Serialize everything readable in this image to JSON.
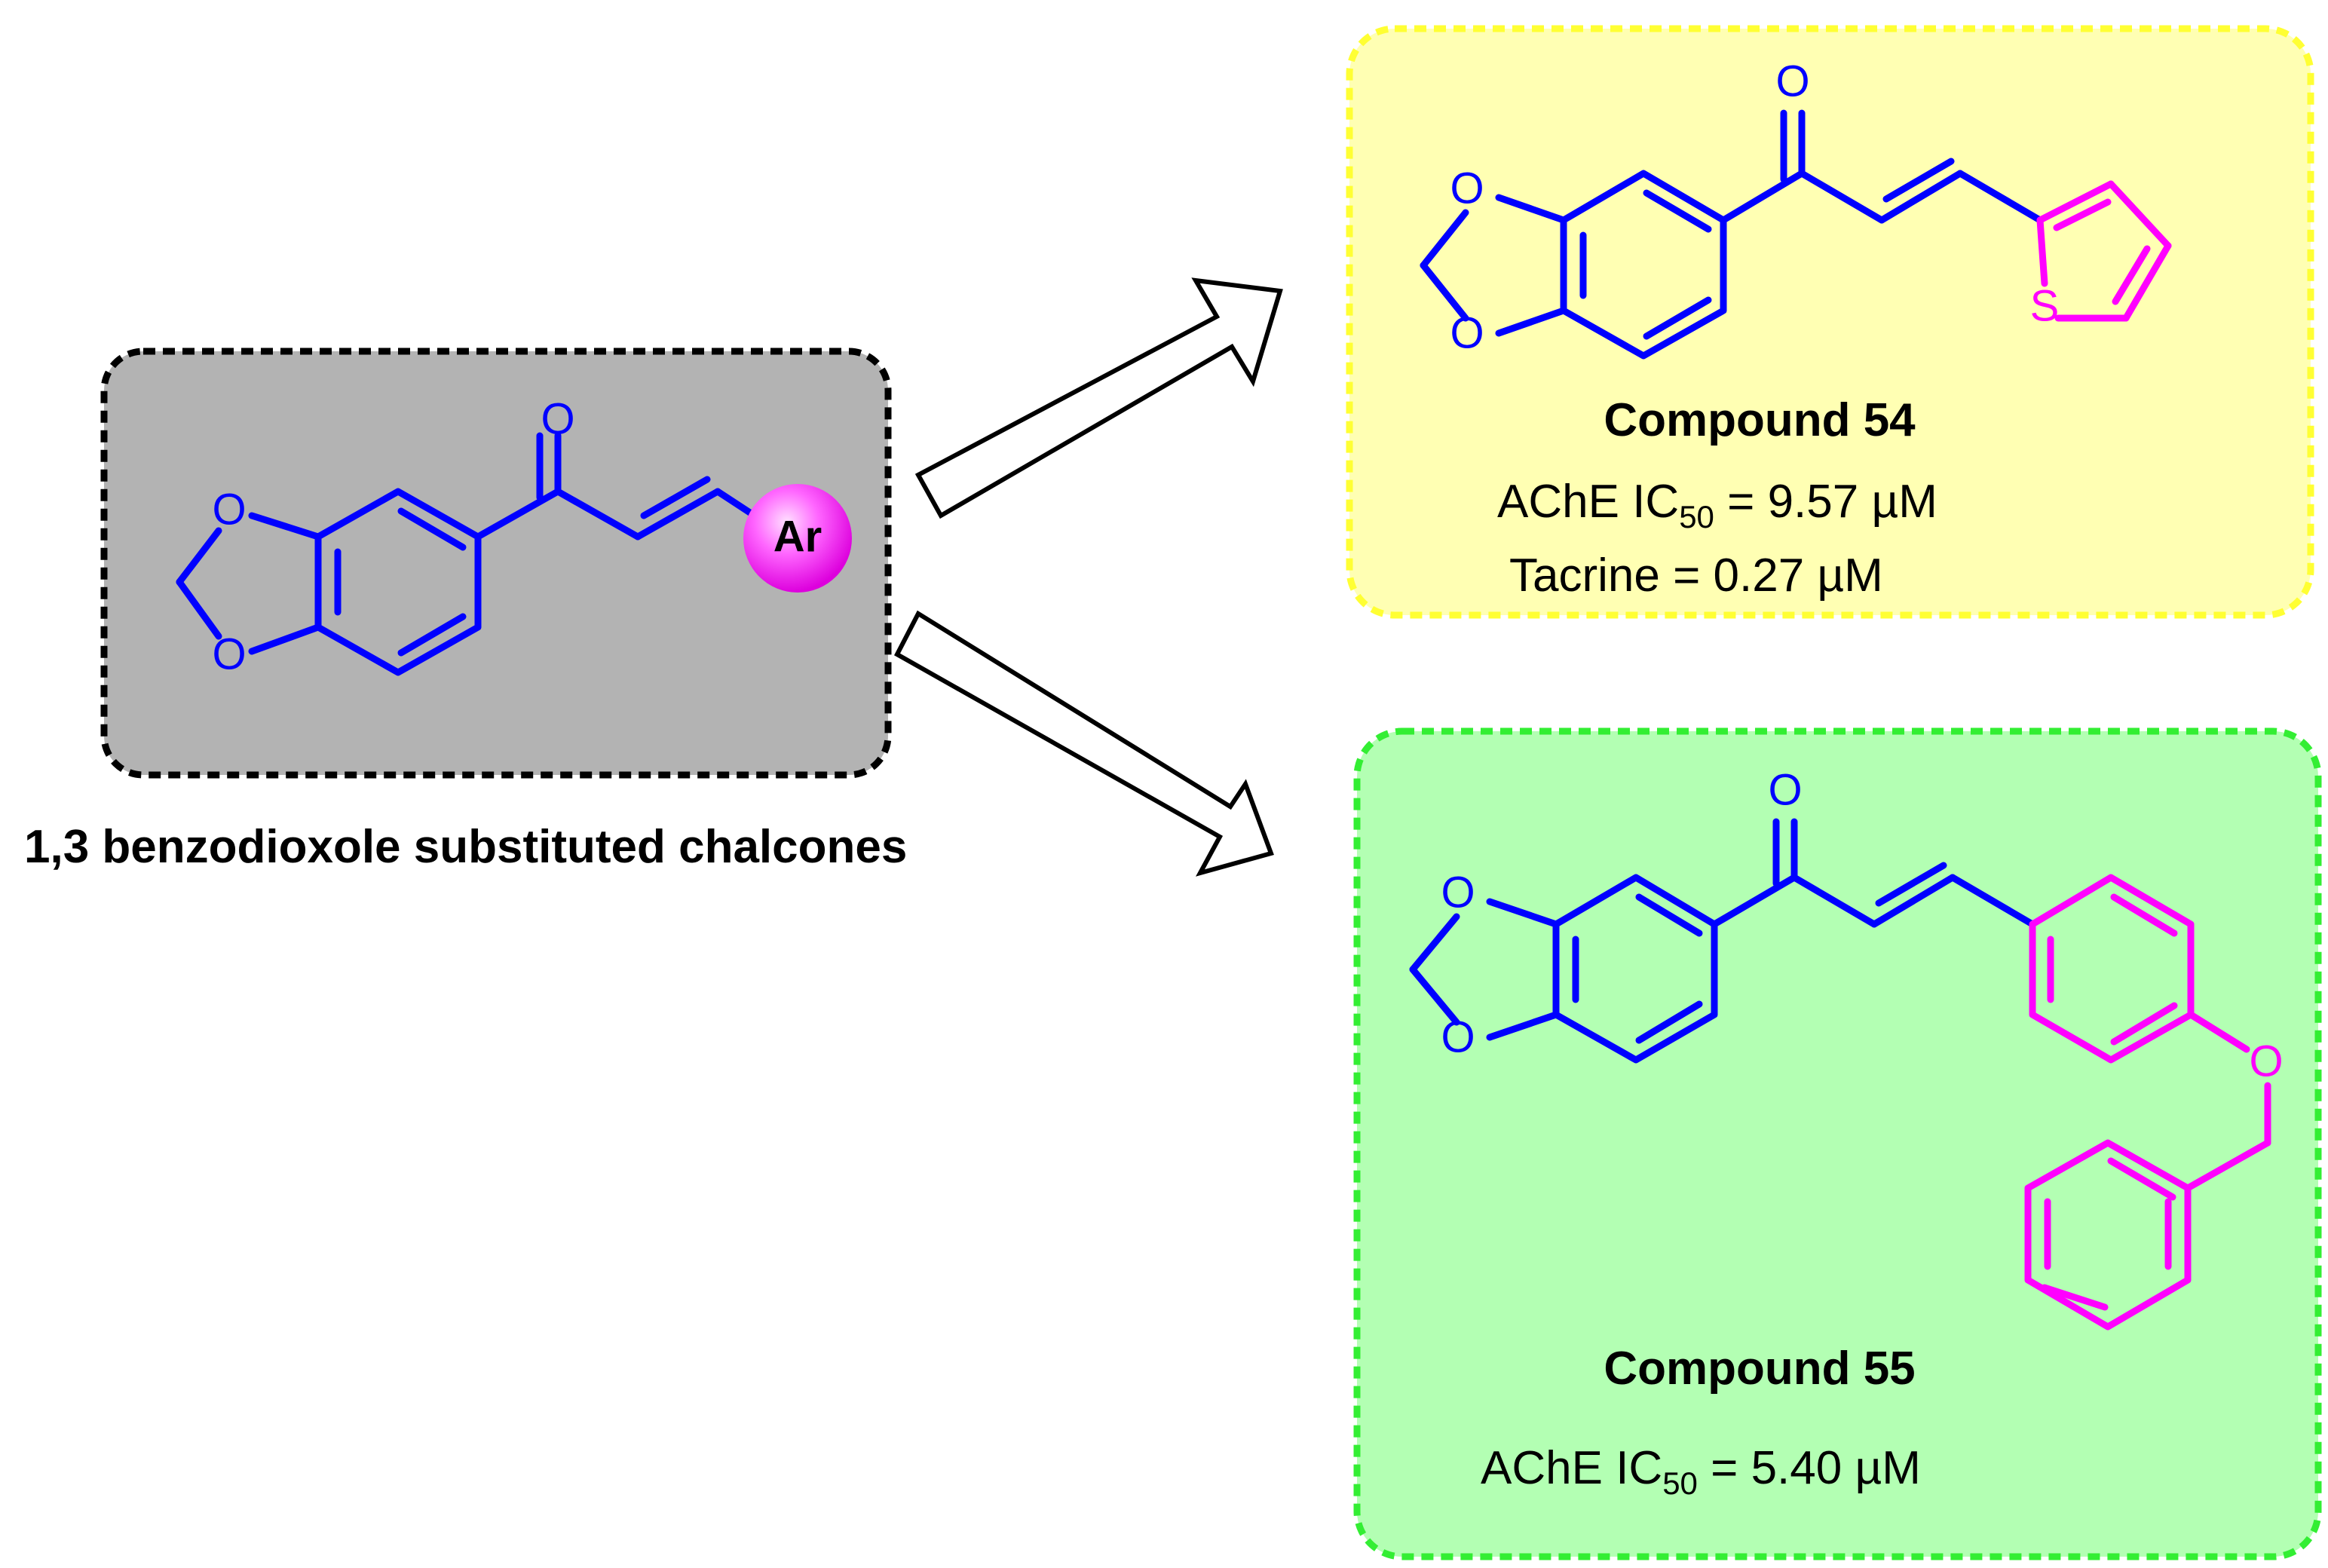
{
  "colors": {
    "core": "#0000FF",
    "aryl": "#FF00FF",
    "ink": "#000000",
    "box_generic_fill": "#B3B3B3",
    "box_54_fill": "#FFFFB3",
    "box_54_border": "#FFFF33",
    "box_55_fill": "#B3FFB3",
    "box_55_border": "#33EE33"
  },
  "generic": {
    "carbonyl_o": "O",
    "ring_o_top": "O",
    "ring_o_bottom": "O",
    "ar_label": "Ar",
    "caption": "1,3 benzodioxole substituted chalcones"
  },
  "compound_54": {
    "carbonyl_o": "O",
    "ring_o_top": "O",
    "ring_o_bottom": "O",
    "sulfur": "S",
    "title_prefix": "Compound ",
    "title_number": "54",
    "ache_prefix": "AChE IC",
    "ache_sub": "50",
    "ache_value": " = 9.57 µM",
    "tacrine": "Tacrine = 0.27 µM"
  },
  "compound_55": {
    "carbonyl_o": "O",
    "ring_o_top": "O",
    "ring_o_bottom": "O",
    "ether_o": "O",
    "title_prefix": "Compound ",
    "title_number": "55",
    "ache_prefix": "AChE IC",
    "ache_sub": "50",
    "ache_value": " = 5.40 µM"
  },
  "arrows": [
    "arrow-to-compound-54",
    "arrow-to-compound-55"
  ]
}
